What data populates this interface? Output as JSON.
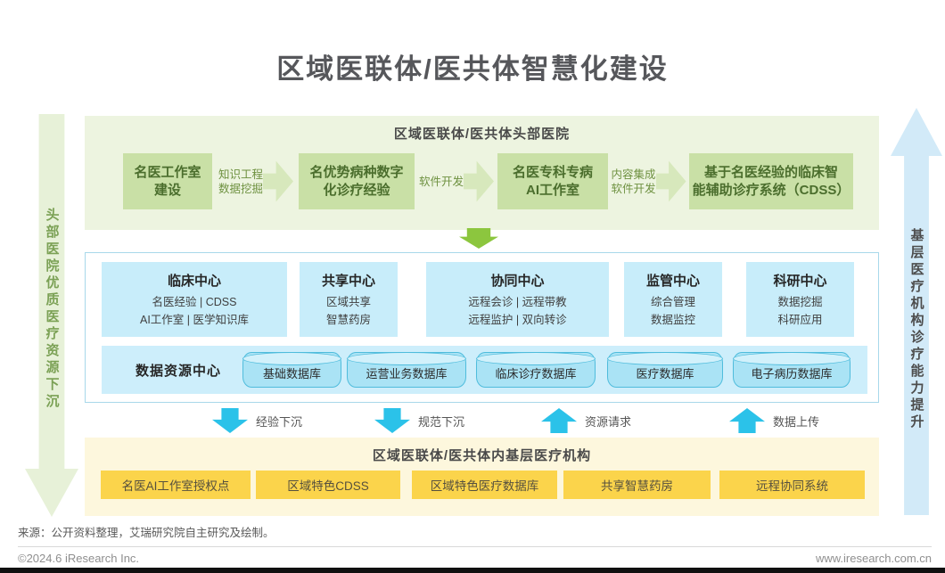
{
  "title": "区域医联体/医共体智慧化建设",
  "left_banner": "头部医院优质医疗资源下沉",
  "right_banner": "基层医疗机构诊疗能力提升",
  "top": {
    "header": "区域医联体/医共体头部医院",
    "boxes": [
      [
        "名医工作室",
        "建设"
      ],
      [
        "名优势病种数字",
        "化诊疗经验"
      ],
      [
        "名医专科专病",
        "AI工作室"
      ],
      [
        "基于名医经验的临床智",
        "能辅助诊疗系统（CDSS）"
      ]
    ],
    "arrows": [
      [
        "知识工程",
        "数据挖掘"
      ],
      [
        "软件开发",
        ""
      ],
      [
        "内容集成",
        "软件开发"
      ]
    ]
  },
  "middle": {
    "centers": [
      {
        "title": "临床中心",
        "lines": [
          "名医经验  |  CDSS",
          "AI工作室  |  医学知识库"
        ]
      },
      {
        "title": "共享中心",
        "lines": [
          "区域共享",
          "智慧药房"
        ]
      },
      {
        "title": "协同中心",
        "lines": [
          "远程会诊  |  远程带教",
          "远程监护  |  双向转诊"
        ]
      },
      {
        "title": "监管中心",
        "lines": [
          "综合管理",
          "数据监控"
        ]
      },
      {
        "title": "科研中心",
        "lines": [
          "数据挖掘",
          "科研应用"
        ]
      }
    ],
    "data_center": {
      "label": "数据资源中心",
      "databases": [
        "基础数据库",
        "运营业务数据库",
        "临床诊疗数据库",
        "医疗数据库",
        "电子病历数据库"
      ]
    }
  },
  "flows": [
    {
      "label": "经验下沉",
      "direction": "down"
    },
    {
      "label": "规范下沉",
      "direction": "down"
    },
    {
      "label": "资源请求",
      "direction": "up"
    },
    {
      "label": "数据上传",
      "direction": "up"
    }
  ],
  "bottom": {
    "header": "区域医联体/医共体内基层医疗机构",
    "boxes": [
      "名医AI工作室授权点",
      "区域特色CDSS",
      "区域特色医疗数据库",
      "共享智慧药房",
      "远程协同系统"
    ]
  },
  "source": "来源：公开资料整理，艾瑞研究院自主研究及绘制。",
  "footer": {
    "copyright": "©2024.6 iResearch Inc.",
    "website": "www.iresearch.com.cn"
  },
  "palette": {
    "top_section_bg": "#edf4e0",
    "top_box_bg": "#c9e0a6",
    "top_box_text": "#4b6e2d",
    "green_down_arrow": "#8cc63e",
    "middle_border": "#a8d8ea",
    "center_box_bg": "#c8edfa",
    "data_bar_bg": "#cdeefb",
    "cylinder_bg": "#aae3f5",
    "cylinder_border": "#4fbcdc",
    "flow_arrow": "#2bc2e9",
    "bottom_section_bg": "#fdf7dd",
    "bottom_box_bg": "#fbd44b",
    "left_banner_bg": "#e7f1d8",
    "left_banner_text": "#7ba155",
    "right_banner_bg": "#d2eaf8"
  }
}
